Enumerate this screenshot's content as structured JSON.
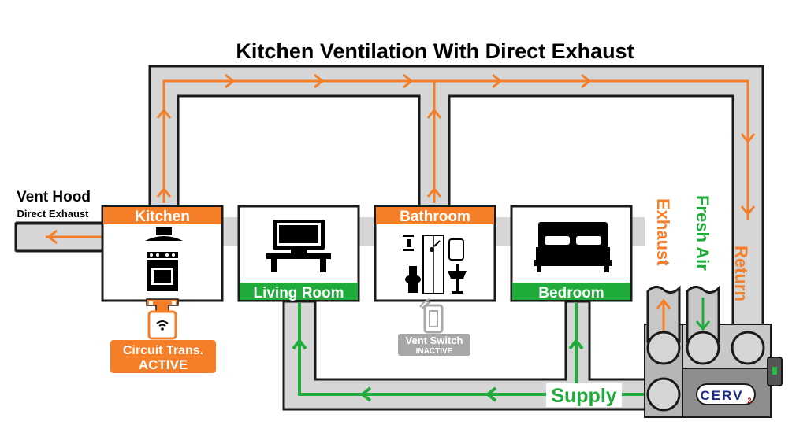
{
  "title": "Kitchen Ventilation With Direct Exhaust",
  "vent_hood": {
    "label": "Vent Hood",
    "sublabel": "Direct Exhaust"
  },
  "rooms": {
    "kitchen": "Kitchen",
    "living_room": "Living Room",
    "bathroom": "Bathroom",
    "bedroom": "Bedroom"
  },
  "circuit_trans": {
    "label": "Circuit Trans.",
    "status": "ACTIVE"
  },
  "vent_switch": {
    "label": "Vent Switch",
    "status": "INACTIVE"
  },
  "unit_labels": {
    "exhaust": "Exhaust",
    "fresh_air": "Fresh Air",
    "return": "Return",
    "supply": "Supply"
  },
  "unit_logo": "CERV",
  "unit_logo_sub": "2",
  "colors": {
    "orange": "#f47f28",
    "green": "#1fac3b",
    "duct_gray": "#d6d6d6",
    "inactive_gray": "#a8a8a8"
  }
}
